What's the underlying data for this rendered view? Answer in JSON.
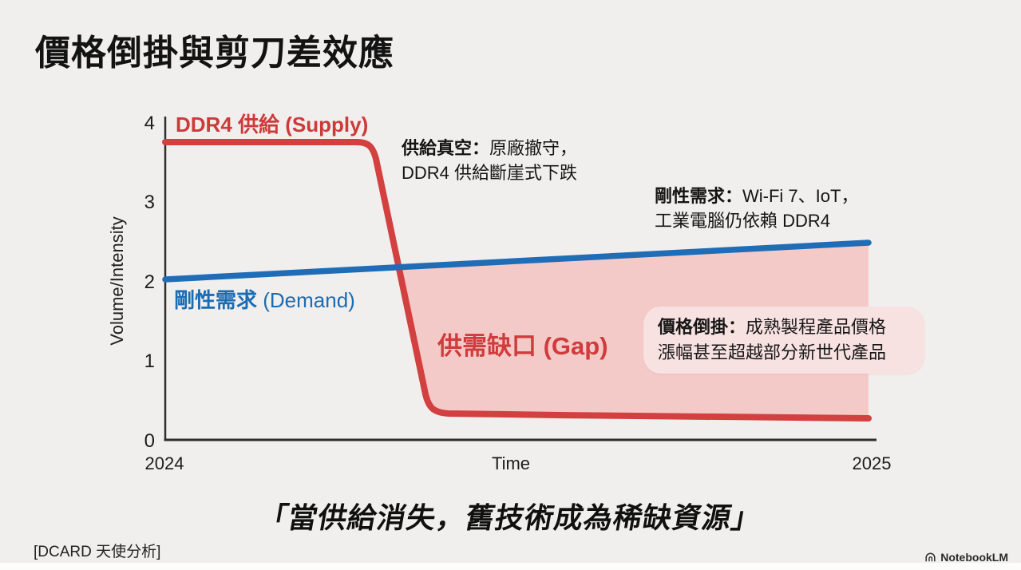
{
  "page": {
    "title": "價格倒掛與剪刀差效應",
    "quote": "「當供給消失，舊技術成為稀缺資源」",
    "footer_left": "[DCARD 天使分析]",
    "brand": "NotebookLM"
  },
  "chart_data": {
    "type": "line",
    "title": "價格倒掛與剪刀差效應",
    "xlabel": "Time",
    "ylabel": "Volume/Intensity",
    "x_tick_labels": [
      "2024",
      "2025"
    ],
    "y_tick_labels": [
      "0",
      "1",
      "2",
      "3",
      "4"
    ],
    "ylim": [
      0,
      4
    ],
    "grid": false,
    "legend_position": "inline-labels",
    "series": [
      {
        "name": "DDR4 供給 (Supply)",
        "color": "#d24040",
        "x_frac": [
          0.0,
          0.27,
          0.3,
          0.34,
          0.38,
          0.42,
          1.0
        ],
        "values": [
          3.75,
          3.75,
          3.55,
          1.9,
          0.55,
          0.33,
          0.27
        ],
        "shape_note": "flat near 3.75 then cliff-style drop to ~0.3 about one third across, flat after"
      },
      {
        "name": "剛性需求 (Demand)",
        "color": "#1e6db6",
        "x_frac": [
          0.0,
          1.0
        ],
        "values": [
          2.0,
          2.48
        ],
        "shape_note": "straight, slowly rising"
      }
    ],
    "gap_area": {
      "label": "供需缺口 (Gap)",
      "fill_color": "#f4cac8",
      "region": "between demand line (top) and supply line (bottom), from crossing point (~x_frac 0.33, value ~2.15) to right edge"
    },
    "supply_label": "DDR4 供給 (Supply)",
    "demand_label": {
      "bold": "剛性需求",
      "rest": " (Demand)"
    }
  },
  "annotations": {
    "supply_vacuum": {
      "lead": "供給真空：",
      "line1_rest": "原廠撤守，",
      "line2": "DDR4 供給斷崖式下跌"
    },
    "rigid_demand": {
      "lead": "剛性需求：",
      "line1_rest": "Wi-Fi 7、IoT，",
      "line2": "工業電腦仍依賴 DDR4"
    },
    "price_inversion": {
      "lead": "價格倒掛：",
      "line1_rest": "成熟製程產品價格",
      "line2": "漲幅甚至超越部分新世代產品"
    }
  }
}
